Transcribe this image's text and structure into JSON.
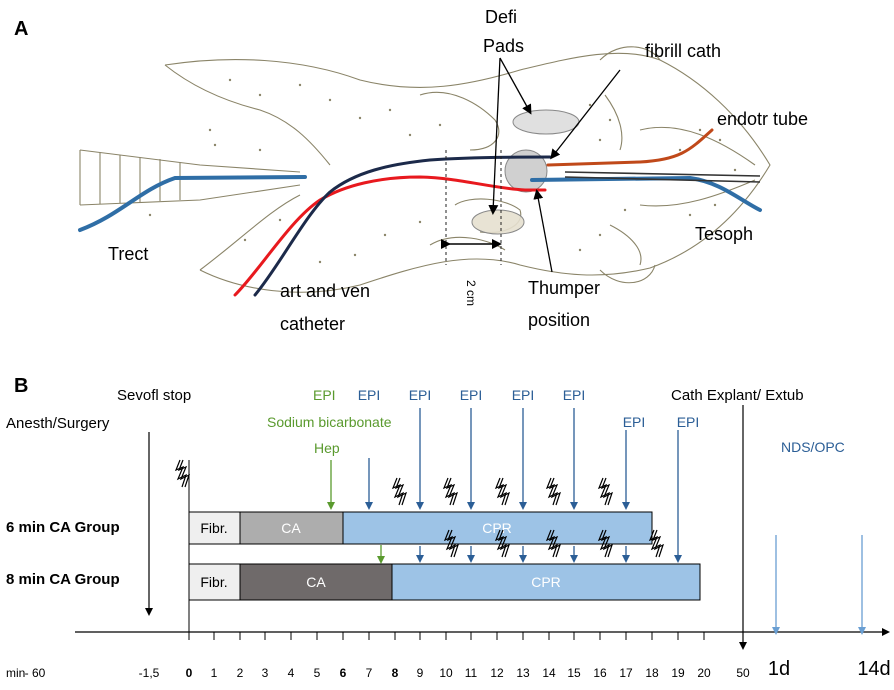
{
  "panel_a": {
    "label": "A",
    "labels": {
      "defi": "Defi",
      "pads": "Pads",
      "fibrill_cath": "fibrill cath",
      "endotr_tube": "endotr tube",
      "trect": "Trect",
      "tesoph": "Tesoph",
      "art_ven_line1": "art and ven",
      "art_ven_line2": "catheter",
      "scale": "2 cm",
      "thumper_line1": "Thumper",
      "thumper_line2": "position"
    },
    "colors": {
      "red_line": "#e8191e",
      "navy_line": "#1c2a4a",
      "blue_line": "#2f6ea6",
      "orange_line": "#c0491a",
      "sketch": "#8a8468"
    }
  },
  "panel_b": {
    "label": "B",
    "labels": {
      "sevofl_stop": "Sevofl stop",
      "anesth_surgery": "Anesth/Surgery",
      "epi": "EPI",
      "sodium_bicarbonate": "Sodium bicarbonate",
      "hep": "Hep",
      "cath_explant": "Cath Explant/ Extub",
      "nds_opc": "NDS/OPC"
    },
    "groups": [
      {
        "name": "6 min CA Group",
        "segments": [
          {
            "label": "Fibr."
          },
          {
            "label": "CA"
          },
          {
            "label": "CPR"
          }
        ]
      },
      {
        "name": "8 min CA Group",
        "segments": [
          {
            "label": "Fibr."
          },
          {
            "label": "CA"
          },
          {
            "label": "CPR"
          }
        ]
      }
    ],
    "axis_unit": "min",
    "ticks": [
      "- 60",
      "-1,5",
      "0",
      "1",
      "2",
      "3",
      "4",
      "5",
      "6",
      "7",
      "8",
      "9",
      "10",
      "11",
      "12",
      "13",
      "14",
      "15",
      "16",
      "17",
      "18",
      "19",
      "20",
      "50",
      "1d",
      "14d"
    ],
    "colors": {
      "green": "#5a9a2e",
      "blue": "#2b5e96",
      "lightblue": "#6a9fd3",
      "fibr_fill": "#efefef",
      "ca6_fill": "#adadad",
      "ca8_fill": "#6f6a6a",
      "cpr_fill": "#9dc3e6"
    }
  }
}
